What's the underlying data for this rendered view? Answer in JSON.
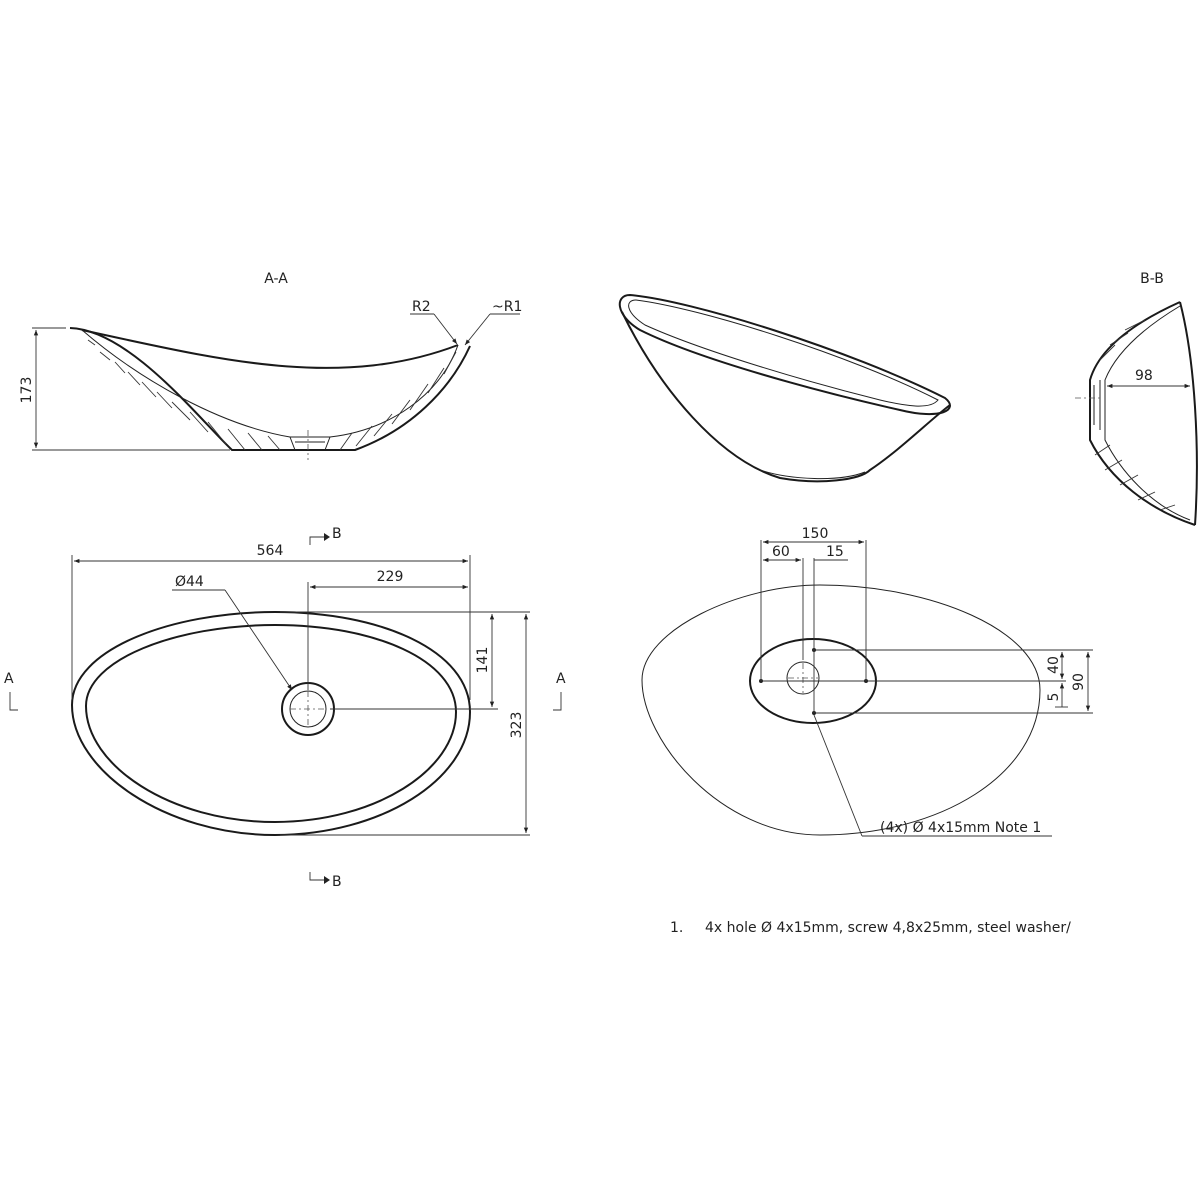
{
  "drawing": {
    "section_aa": {
      "label": "A-A",
      "height_dim": "173",
      "radius_inner": "R2",
      "radius_outer": "~R1"
    },
    "section_bb": {
      "label": "B-B",
      "depth_dim": "98"
    },
    "top_view": {
      "length_dim": "564",
      "drain_offset_dim": "229",
      "drain_diameter": "Ø44",
      "drain_y_dim": "141",
      "width_dim": "323",
      "section_mark_a": "A",
      "section_mark_b": "B"
    },
    "bottom_view": {
      "span_dim": "150",
      "left_dim": "60",
      "offset_dim": "15",
      "upper_dim": "40",
      "lower_dim": "5",
      "total_dim": "90",
      "hole_callout": "(4x) Ø 4x15mm Note 1"
    },
    "notes": [
      {
        "number": "1.",
        "text": "4x hole  Ø 4x15mm, screw 4,8x25mm, steel washer/"
      }
    ]
  }
}
